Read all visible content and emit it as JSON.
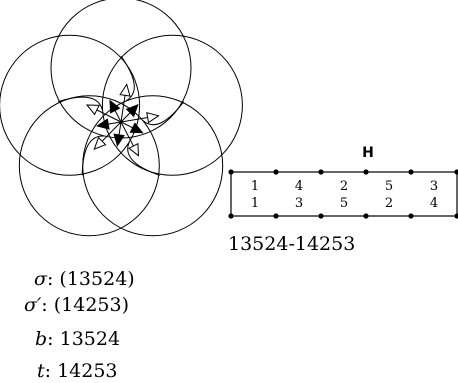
{
  "rosette": {
    "petal_count": 5,
    "arrow_styles": [
      "open",
      "filled"
    ],
    "stroke_color": "#000000"
  },
  "band": {
    "title": "H",
    "top_row": [
      "1",
      "4",
      "2",
      "5",
      "3"
    ],
    "bottom_row": [
      "1",
      "3",
      "5",
      "2",
      "4"
    ],
    "caption": "13524-14253"
  },
  "info": {
    "sigma_label": "σ",
    "sigma_value": ": (13524)",
    "sigma_prime_label": "σ′",
    "sigma_prime_value": ": (14253)",
    "b_label": "b",
    "b_value": ": 13524",
    "t_label": "t",
    "t_value": ": 14253"
  }
}
